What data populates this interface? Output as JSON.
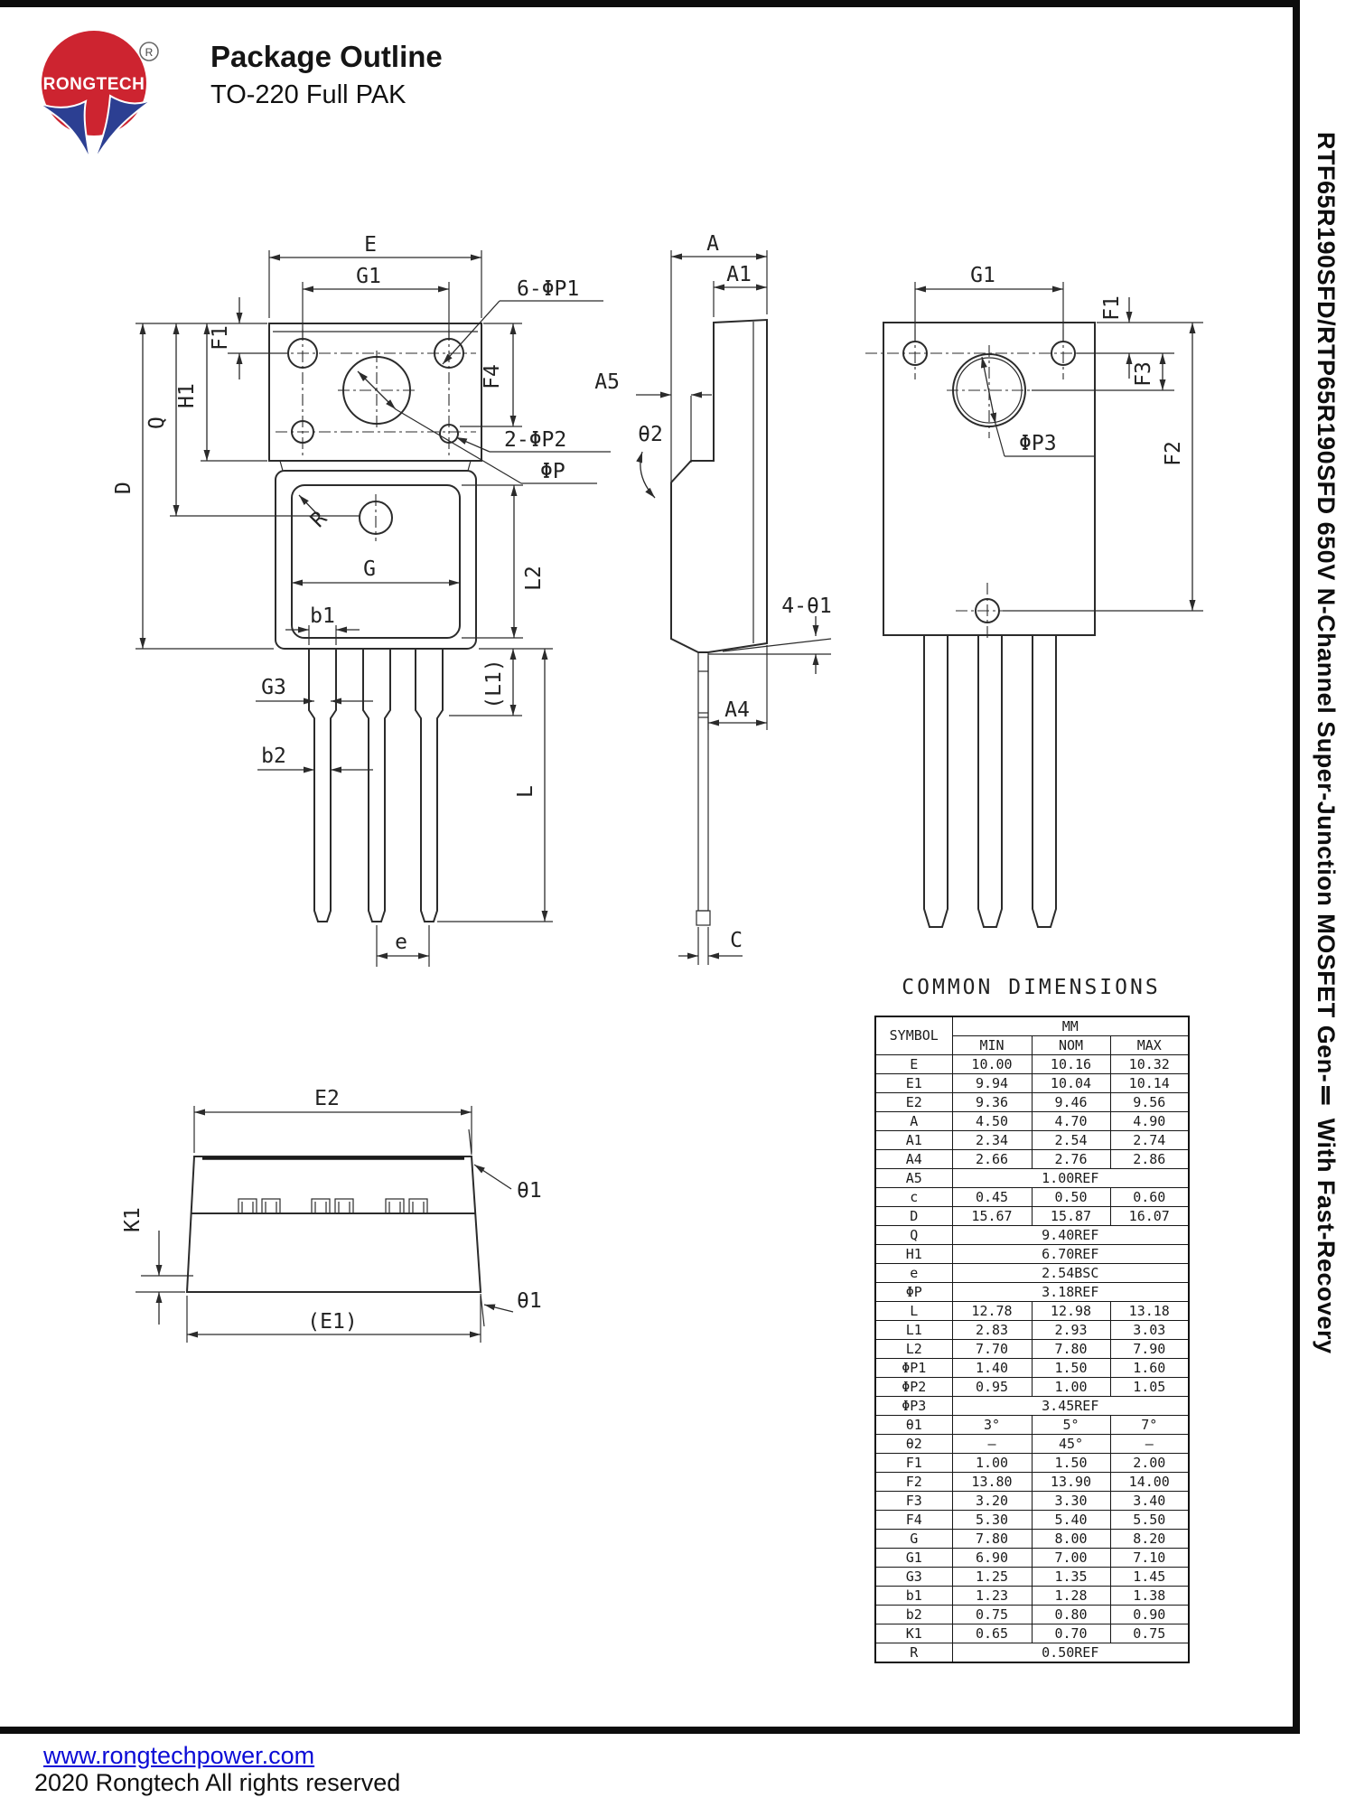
{
  "header": {
    "title": "Package Outline",
    "subtitle": "TO-220 Full PAK",
    "logo_text": "RONGTECH",
    "registered_mark": "R"
  },
  "side_label": "RTF65R190SFD/RTP65R190SFD 650V N-Channel Super-Junction MOSFET Gen-Ⅱ With Fast-Recovery",
  "drawing": {
    "labels": {
      "E": "E",
      "G1": "G1",
      "P1": "6-ΦP1",
      "F1": "F1",
      "H1": "H1",
      "Q": "Q",
      "D": "D",
      "F4": "F4",
      "P2": "2-ΦP2",
      "P": "ΦP",
      "R": "R",
      "G": "G",
      "L2": "L2",
      "b1": "b1",
      "L1p": "(L1)",
      "G3": "G3",
      "b2": "b2",
      "L": "L",
      "e": "e",
      "A": "A",
      "A1": "A1",
      "A5": "A5",
      "theta2": "θ2",
      "four_theta1": "4-θ1",
      "A4": "A4",
      "C": "C",
      "F3": "F3",
      "P3": "ΦP3",
      "F2": "F2",
      "E2": "E2",
      "K1": "K1",
      "theta1": "θ1",
      "E1p": "(E1)"
    }
  },
  "table": {
    "title": "COMMON DIMENSIONS",
    "symbol_header": "SYMBOL",
    "unit_header": "MM",
    "subheaders": [
      "MIN",
      "NOM",
      "MAX"
    ],
    "rows": [
      {
        "s": "E",
        "min": "10.00",
        "nom": "10.16",
        "max": "10.32"
      },
      {
        "s": "E1",
        "min": "9.94",
        "nom": "10.04",
        "max": "10.14"
      },
      {
        "s": "E2",
        "min": "9.36",
        "nom": "9.46",
        "max": "9.56"
      },
      {
        "s": "A",
        "min": "4.50",
        "nom": "4.70",
        "max": "4.90"
      },
      {
        "s": "A1",
        "min": "2.34",
        "nom": "2.54",
        "max": "2.74"
      },
      {
        "s": "A4",
        "min": "2.66",
        "nom": "2.76",
        "max": "2.86"
      },
      {
        "s": "A5",
        "span": "1.00REF"
      },
      {
        "s": "c",
        "min": "0.45",
        "nom": "0.50",
        "max": "0.60"
      },
      {
        "s": "D",
        "min": "15.67",
        "nom": "15.87",
        "max": "16.07"
      },
      {
        "s": "Q",
        "span": "9.40REF"
      },
      {
        "s": "H1",
        "span": "6.70REF"
      },
      {
        "s": "e",
        "span": "2.54BSC"
      },
      {
        "s": "ΦP",
        "span": "3.18REF"
      },
      {
        "s": "L",
        "min": "12.78",
        "nom": "12.98",
        "max": "13.18"
      },
      {
        "s": "L1",
        "min": "2.83",
        "nom": "2.93",
        "max": "3.03"
      },
      {
        "s": "L2",
        "min": "7.70",
        "nom": "7.80",
        "max": "7.90"
      },
      {
        "s": "ΦP1",
        "min": "1.40",
        "nom": "1.50",
        "max": "1.60"
      },
      {
        "s": "ΦP2",
        "min": "0.95",
        "nom": "1.00",
        "max": "1.05"
      },
      {
        "s": "ΦP3",
        "span": "3.45REF"
      },
      {
        "s": "θ1",
        "min": "3°",
        "nom": "5°",
        "max": "7°"
      },
      {
        "s": "θ2",
        "min": "–",
        "nom": "45°",
        "max": "–"
      },
      {
        "s": "F1",
        "min": "1.00",
        "nom": "1.50",
        "max": "2.00"
      },
      {
        "s": "F2",
        "min": "13.80",
        "nom": "13.90",
        "max": "14.00"
      },
      {
        "s": "F3",
        "min": "3.20",
        "nom": "3.30",
        "max": "3.40"
      },
      {
        "s": "F4",
        "min": "5.30",
        "nom": "5.40",
        "max": "5.50"
      },
      {
        "s": "G",
        "min": "7.80",
        "nom": "8.00",
        "max": "8.20"
      },
      {
        "s": "G1",
        "min": "6.90",
        "nom": "7.00",
        "max": "7.10"
      },
      {
        "s": "G3",
        "min": "1.25",
        "nom": "1.35",
        "max": "1.45"
      },
      {
        "s": "b1",
        "min": "1.23",
        "nom": "1.28",
        "max": "1.38"
      },
      {
        "s": "b2",
        "min": "0.75",
        "nom": "0.80",
        "max": "0.90"
      },
      {
        "s": "K1",
        "min": "0.65",
        "nom": "0.70",
        "max": "0.75"
      },
      {
        "s": "R",
        "span": "0.50REF"
      }
    ]
  },
  "footer": {
    "link": "www.rongtechpower.com",
    "copyright": "2020 Rongtech All rights reserved"
  },
  "colors": {
    "logo_red": "#cd2430",
    "logo_blue": "#2c3f92",
    "link_blue": "#0b0bd6",
    "line": "#2b2b2b"
  }
}
